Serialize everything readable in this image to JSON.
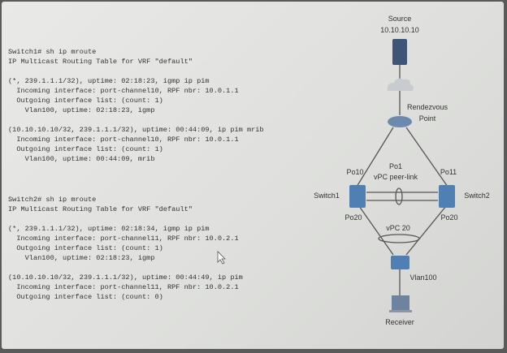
{
  "switch1_output": {
    "lines": [
      "Switch1# sh ip mroute",
      "IP Multicast Routing Table for VRF \"default\"",
      "",
      "(*, 239.1.1.1/32), uptime: 02:18:23, igmp ip pim",
      "  Incoming interface: port-channel10, RPF nbr: 10.0.1.1",
      "  Outgoing interface list: (count: 1)",
      "    Vlan100, uptime: 02:18:23, igmp",
      "",
      "(10.10.10.10/32, 239.1.1.1/32), uptime: 00:44:09, ip pim mrib",
      "  Incoming interface: port-channel10, RPF nbr: 10.0.1.1",
      "  Outgoing interface list: (count: 1)",
      "    Vlan100, uptime: 00:44:09, mrib"
    ]
  },
  "switch2_output": {
    "lines": [
      "Switch2# sh ip mroute",
      "IP Multicast Routing Table for VRF \"default\"",
      "",
      "(*, 239.1.1.1/32), uptime: 02:18:34, igmp ip pim",
      "  Incoming interface: port-channel11, RPF nbr: 10.0.2.1",
      "  Outgoing interface list: (count: 1)",
      "    Vlan100, uptime: 02:18:23, igmp",
      "",
      "(10.10.10.10/32, 239.1.1.1/32), uptime: 00:44:49, ip pim",
      "  Incoming interface: port-channel11, RPF nbr: 10.0.2.1",
      "  Outgoing interface list: (count: 0)"
    ]
  },
  "diagram": {
    "source": "Source",
    "source_ip": "10.10.10.10",
    "rp_line1": "Rendezvous",
    "rp_line2": "Point",
    "switch1": "Switch1",
    "switch2": "Switch2",
    "po10": "Po10",
    "po11": "Po11",
    "po1": "Po1",
    "peer_link": "vPC peer-link",
    "po20_left": "Po20",
    "po20_right": "Po20",
    "vpc20": "vPC 20",
    "vlan": "Vlan100",
    "receiver": "Receiver"
  }
}
